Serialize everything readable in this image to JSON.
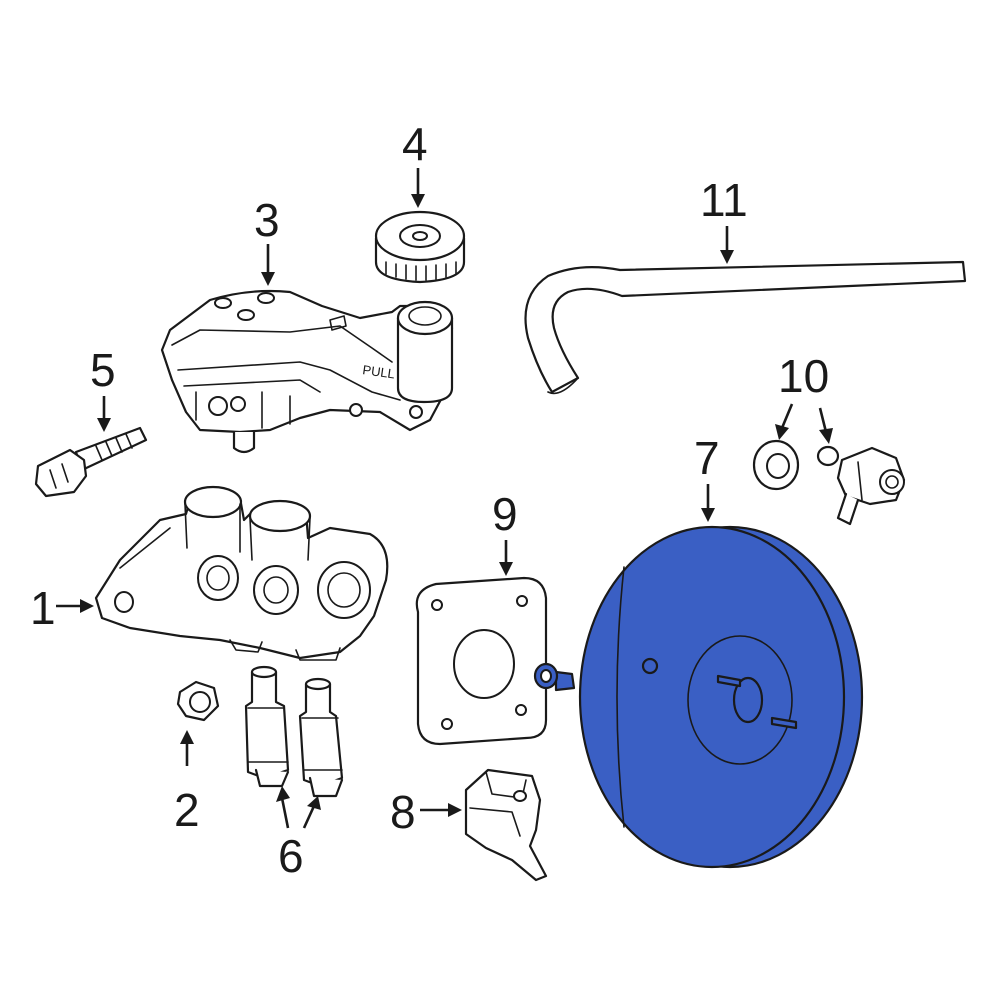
{
  "callouts": {
    "c1": "1",
    "c2": "2",
    "c3": "3",
    "c4": "4",
    "c5": "5",
    "c6": "6",
    "c7": "7",
    "c8": "8",
    "c9": "9",
    "c10": "10",
    "c11": "11"
  },
  "reservoir_text": "PULL",
  "colors": {
    "highlight": "#3a5fc4",
    "outline": "#1a1a1a",
    "background": "#ffffff"
  }
}
